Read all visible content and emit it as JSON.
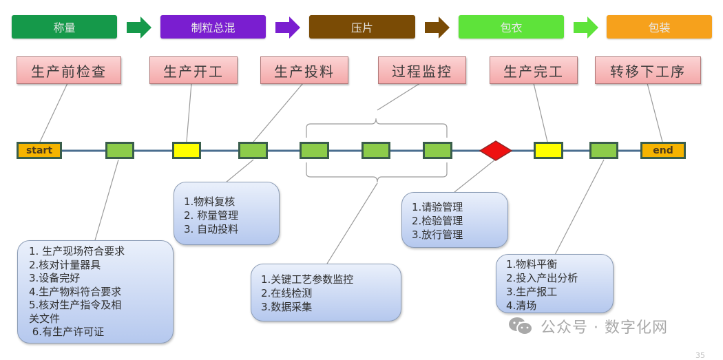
{
  "stages": [
    {
      "label": "称量",
      "color": "#15994a"
    },
    {
      "label": "制粒总混",
      "color": "#7a1ed0"
    },
    {
      "label": "压片",
      "color": "#7a4b05"
    },
    {
      "label": "包衣",
      "color": "#5ee33a"
    },
    {
      "label": "包装",
      "color": "#f6a11c"
    }
  ],
  "phases": [
    "生产前检查",
    "生产开工",
    "生产投料",
    "过程监控",
    "生产完工",
    "转移下工序"
  ],
  "timeline": {
    "start_label": "start",
    "end_label": "end",
    "nodes": [
      {
        "type": "start",
        "color": "#f5b400"
      },
      {
        "type": "step",
        "color": "#8ccc4a"
      },
      {
        "type": "milestone",
        "color": "#ffff00"
      },
      {
        "type": "step",
        "color": "#8ccc4a"
      },
      {
        "type": "step",
        "color": "#8ccc4a"
      },
      {
        "type": "step",
        "color": "#8ccc4a"
      },
      {
        "type": "step",
        "color": "#8ccc4a"
      },
      {
        "type": "decision",
        "color": "#ee1111"
      },
      {
        "type": "milestone",
        "color": "#ffff00"
      },
      {
        "type": "step",
        "color": "#8ccc4a"
      },
      {
        "type": "end",
        "color": "#f5b400"
      }
    ]
  },
  "notes": {
    "preproduction": [
      "1. 生产现场符合要求",
      "2.核对计量器具",
      "3.设备完好",
      "4.生产物料符合要求",
      "5.核对生产指令及相",
      "关文件",
      " 6.有生产许可证"
    ],
    "feeding": [
      "1.物料复核",
      "2. 称量管理",
      "3. 自动投料"
    ],
    "process": [
      "1.关键工艺参数监控",
      "2.在线检测",
      "3.数据采集"
    ],
    "quality": [
      "1.请验管理",
      "2.检验管理",
      "3.放行管理"
    ],
    "completion": [
      "1.物料平衡",
      "2.投入产出分析",
      "3.生产报工",
      "4.清场"
    ]
  },
  "watermark": {
    "icon": "wechat-icon",
    "text": "公众号 · 数字化网"
  },
  "page_number": "35"
}
